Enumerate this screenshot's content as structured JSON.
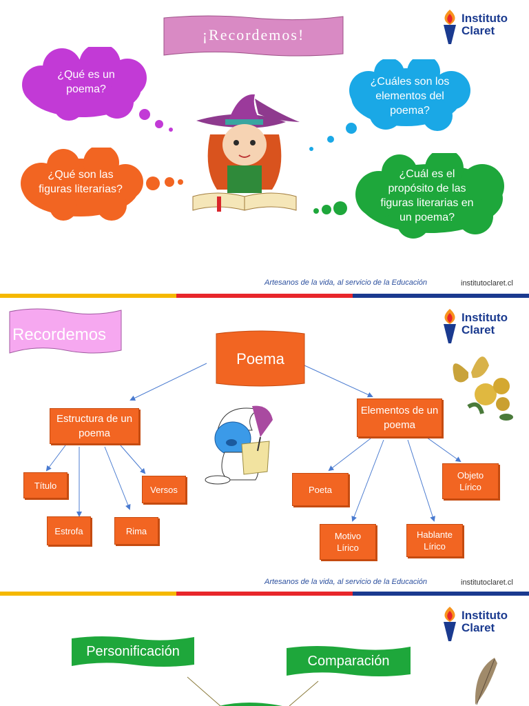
{
  "slide1": {
    "title": "¡Recordemos!",
    "q1": "¿Qué es un poema?",
    "q2": "¿Cuáles son los elementos del poema?",
    "q3": "¿Qué son las figuras literarias?",
    "q4": "¿Cuál es el propósito de las figuras literarias en un poema?"
  },
  "slide2": {
    "title": "Recordemos",
    "center": "Poema",
    "left_head": "Estructura de un poema",
    "right_head": "Elementos de un poema",
    "left_items": [
      "Título",
      "Versos",
      "Estrofa",
      "Rima"
    ],
    "right_items": [
      "Poeta",
      "Objeto Lírico",
      "Motivo Lírico",
      "Hablante Lírico"
    ]
  },
  "slide3": {
    "left": "Personificación",
    "right": "Comparación"
  },
  "footer": {
    "motto": "Artesanos de la vida, al servicio de la Educación",
    "url": "institutoclaret.cl"
  },
  "logo": {
    "line1": "Instituto",
    "line2": "Claret"
  },
  "colors": {
    "purple": "#c23ad6",
    "cyan": "#1aa8e6",
    "orange": "#f26522",
    "green": "#1ea73b",
    "pink_title": "#d98ac4",
    "navy": "#1a3a8f"
  }
}
